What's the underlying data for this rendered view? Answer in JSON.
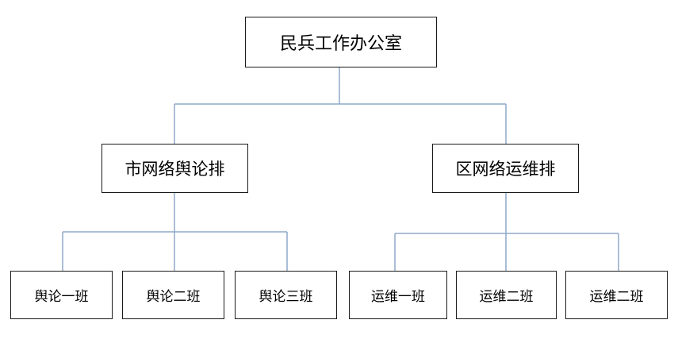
{
  "colors": {
    "connector": "#8fa9c9",
    "box_border": "#1a1a1a",
    "text": "#000000"
  },
  "org_chart": {
    "root": {
      "label": "民兵工作办公室"
    },
    "units": [
      {
        "label": "市网络舆论排",
        "teams": [
          "舆论一班",
          "舆论二班",
          "舆论三班"
        ]
      },
      {
        "label": "区网络运维排",
        "teams": [
          "运维一班",
          "运维二班",
          "运维二班"
        ]
      }
    ]
  }
}
